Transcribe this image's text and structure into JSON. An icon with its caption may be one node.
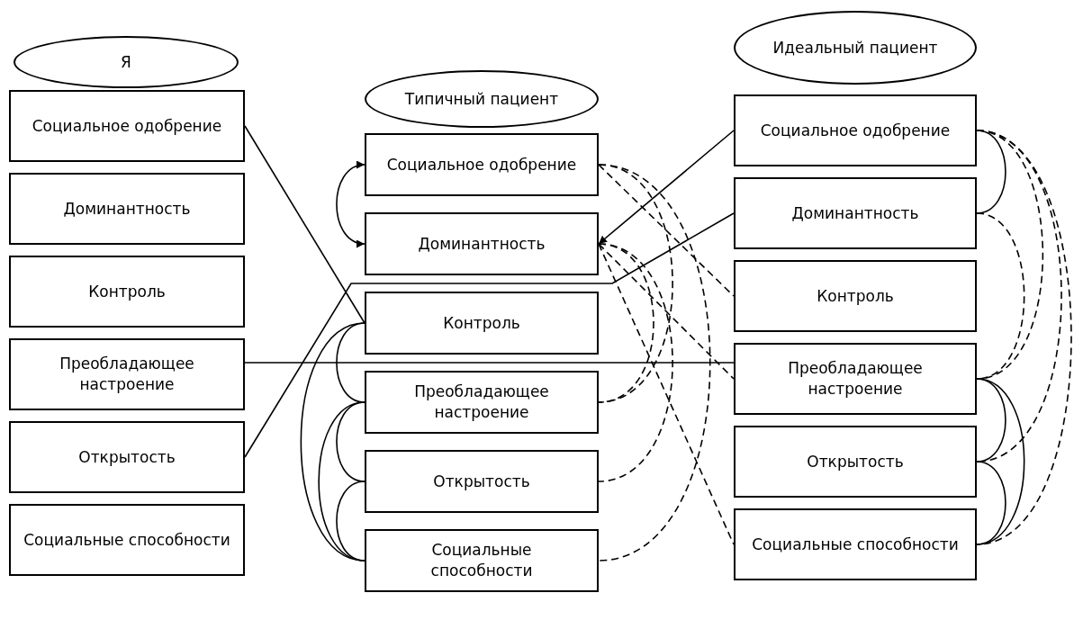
{
  "diagram": {
    "nodes": [
      {
        "text": [
          "Я"
        ]
      },
      {
        "text": [
          "Социальное одобрение"
        ]
      },
      {
        "text": [
          "Доминантность"
        ]
      },
      {
        "text": [
          "Контроль"
        ]
      },
      {
        "text": [
          "Преобладающее настроение"
        ]
      },
      {
        "text": [
          "Открытость"
        ]
      },
      {
        "text": [
          "Социальные способности"
        ]
      },
      {
        "text": [
          "Типичный пациент"
        ]
      },
      {
        "text": [
          "Социальное одобрение"
        ]
      },
      {
        "text": [
          "Доминантность"
        ]
      },
      {
        "text": [
          "Контроль"
        ]
      },
      {
        "text": [
          "Преобладающее настроение"
        ]
      },
      {
        "text": [
          "Открытость"
        ]
      },
      {
        "text": [
          "Социальные способности"
        ]
      },
      {
        "text": [
          "Идеальный пациент"
        ]
      },
      {
        "text": [
          "Социальное одобрение"
        ]
      },
      {
        "text": [
          "Доминантность"
        ]
      },
      {
        "text": [
          "Контроль"
        ]
      },
      {
        "text": [
          "Преобладающее настроение"
        ]
      },
      {
        "text": [
          "Открытость"
        ]
      },
      {
        "text": [
          "Социальные способности"
        ]
      }
    ],
    "edges": [
      {
        "from": 1,
        "to": 10,
        "arrow": "none"
      },
      {
        "from": 4,
        "to": 18,
        "arrow": "none"
      },
      {
        "from": 5,
        "to": 16,
        "arrow": "none"
      },
      {
        "from": 15,
        "to": 9,
        "arrow": "to"
      },
      {
        "from": 9,
        "to": 8,
        "arrow": "both"
      },
      {
        "from": 10,
        "to": 11,
        "arrow": "none"
      },
      {
        "from": 10,
        "to": 13,
        "arrow": "none"
      },
      {
        "from": 11,
        "to": 12,
        "arrow": "none"
      },
      {
        "from": 11,
        "to": 13,
        "arrow": "none"
      },
      {
        "from": 12,
        "to": 13,
        "arrow": "none"
      },
      {
        "from": 15,
        "to": 16,
        "arrow": "none"
      },
      {
        "from": 18,
        "to": 19,
        "arrow": "none"
      },
      {
        "from": 18,
        "to": 20,
        "arrow": "none"
      },
      {
        "from": 19,
        "to": 20,
        "arrow": "none"
      },
      {
        "from": 8,
        "to": 11,
        "arrow": "none",
        "style": "dashed"
      },
      {
        "from": 9,
        "to": 11,
        "arrow": "none",
        "style": "dashed"
      },
      {
        "from": 9,
        "to": 12,
        "arrow": "none",
        "style": "dashed"
      },
      {
        "from": 8,
        "to": 13,
        "arrow": "none",
        "style": "dashed"
      },
      {
        "from": 8,
        "to": 17,
        "arrow": "none",
        "style": "dashed"
      },
      {
        "from": 9,
        "to": 18,
        "arrow": "none",
        "style": "dashed"
      },
      {
        "from": 9,
        "to": 20,
        "arrow": "none",
        "style": "dashed"
      },
      {
        "from": 15,
        "to": 18,
        "arrow": "none",
        "style": "dashed"
      },
      {
        "from": 15,
        "to": 19,
        "arrow": "none",
        "style": "dashed"
      },
      {
        "from": 15,
        "to": 20,
        "arrow": "none",
        "style": "dashed"
      },
      {
        "from": 16,
        "to": 18,
        "arrow": "none",
        "style": "dashed"
      }
    ]
  }
}
